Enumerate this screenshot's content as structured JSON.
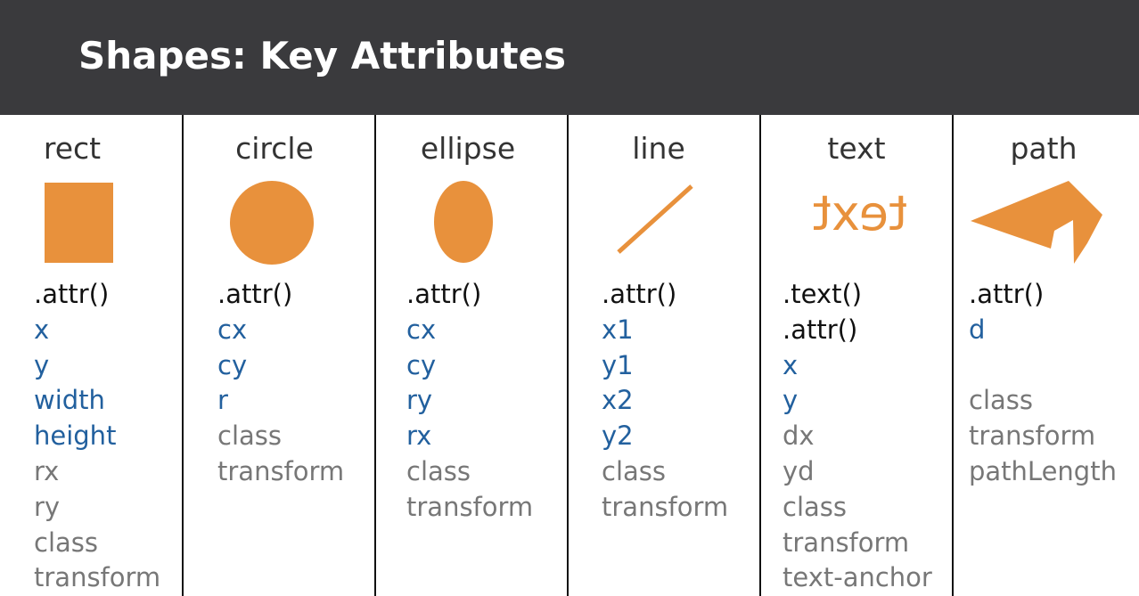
{
  "title": "Shapes: Key Attributes",
  "colors": {
    "header_bg": "#3a3a3d",
    "shape_fill": "#e8913c",
    "method": "#111111",
    "key_attr": "#22609e",
    "other_attr": "#777777"
  },
  "columns": [
    {
      "name": "rect",
      "icon": "rect-shape-icon",
      "items": [
        {
          "t": ".attr()",
          "k": "m"
        },
        {
          "t": "x",
          "k": "k"
        },
        {
          "t": "y",
          "k": "k"
        },
        {
          "t": "width",
          "k": "k"
        },
        {
          "t": "height",
          "k": "k"
        },
        {
          "t": "rx",
          "k": "o"
        },
        {
          "t": "ry",
          "k": "o"
        },
        {
          "t": "class",
          "k": "o"
        },
        {
          "t": "transform",
          "k": "o"
        }
      ]
    },
    {
      "name": "circle",
      "icon": "circle-shape-icon",
      "items": [
        {
          "t": ".attr()",
          "k": "m"
        },
        {
          "t": "cx",
          "k": "k"
        },
        {
          "t": "cy",
          "k": "k"
        },
        {
          "t": "r",
          "k": "k"
        },
        {
          "t": "class",
          "k": "o"
        },
        {
          "t": "transform",
          "k": "o"
        }
      ]
    },
    {
      "name": "ellipse",
      "icon": "ellipse-shape-icon",
      "items": [
        {
          "t": ".attr()",
          "k": "m"
        },
        {
          "t": "cx",
          "k": "k"
        },
        {
          "t": "cy",
          "k": "k"
        },
        {
          "t": "ry",
          "k": "k"
        },
        {
          "t": "rx",
          "k": "k"
        },
        {
          "t": "class",
          "k": "o"
        },
        {
          "t": "transform",
          "k": "o"
        }
      ]
    },
    {
      "name": "line",
      "icon": "line-shape-icon",
      "items": [
        {
          "t": ".attr()",
          "k": "m"
        },
        {
          "t": "x1",
          "k": "k"
        },
        {
          "t": "y1",
          "k": "k"
        },
        {
          "t": "x2",
          "k": "k"
        },
        {
          "t": "y2",
          "k": "k"
        },
        {
          "t": "class",
          "k": "o"
        },
        {
          "t": "transform",
          "k": "o"
        }
      ]
    },
    {
      "name": "text",
      "icon": "text-shape-icon",
      "icon_text": "text",
      "items": [
        {
          "t": ".text()",
          "k": "m"
        },
        {
          "t": ".attr()",
          "k": "m"
        },
        {
          "t": "x",
          "k": "k"
        },
        {
          "t": "y",
          "k": "k"
        },
        {
          "t": "dx",
          "k": "o"
        },
        {
          "t": "yd",
          "k": "o"
        },
        {
          "t": "class",
          "k": "o"
        },
        {
          "t": "transform",
          "k": "o"
        },
        {
          "t": "text-anchor",
          "k": "o"
        }
      ]
    },
    {
      "name": "path",
      "icon": "path-shape-icon",
      "items": [
        {
          "t": ".attr()",
          "k": "m"
        },
        {
          "t": "d",
          "k": "k"
        },
        {
          "t": "",
          "k": "o"
        },
        {
          "t": "class",
          "k": "o"
        },
        {
          "t": "transform",
          "k": "o"
        },
        {
          "t": "pathLength",
          "k": "o"
        }
      ]
    }
  ]
}
